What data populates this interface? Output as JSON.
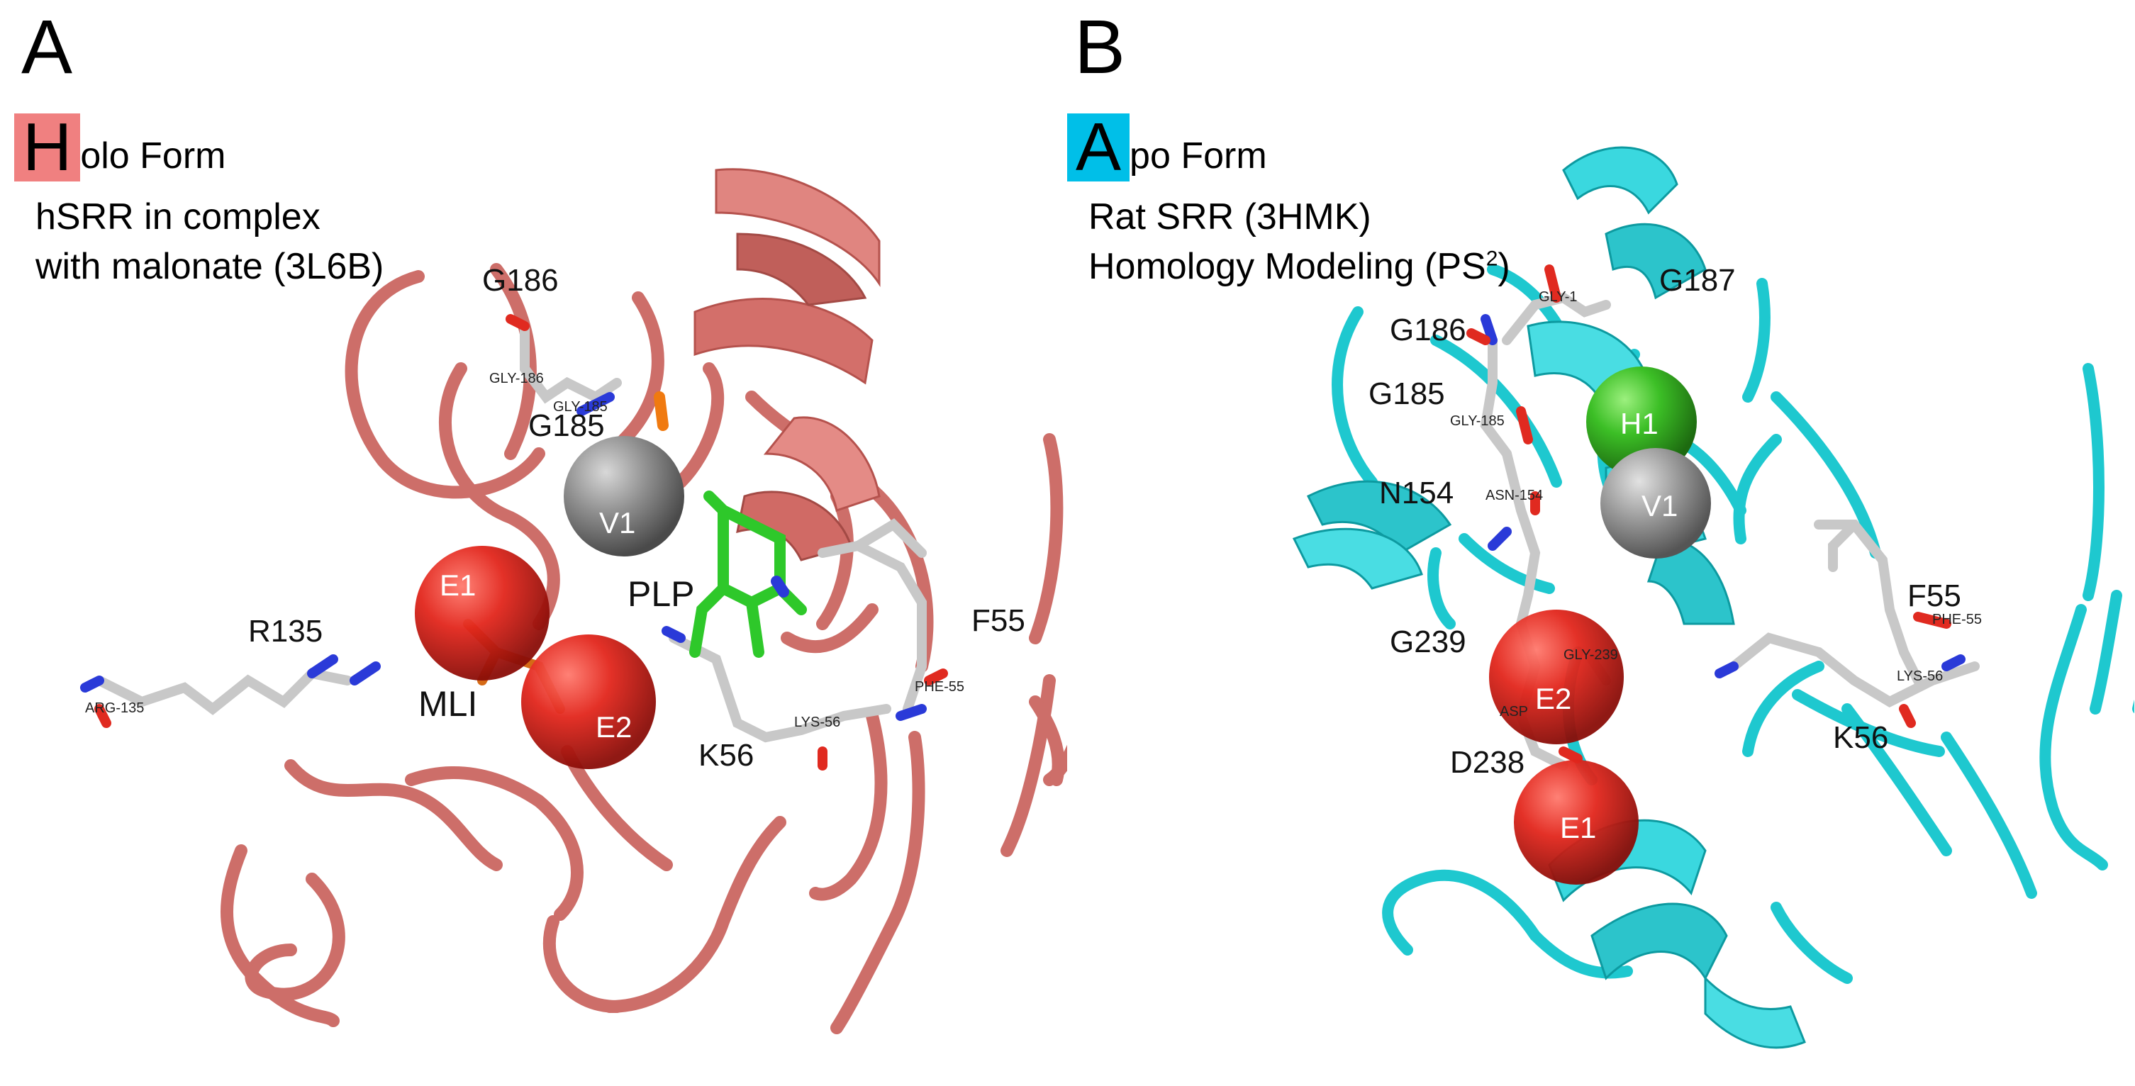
{
  "panel_a": {
    "letter": "A",
    "form_initial": "H",
    "form_rest": "olo Form",
    "desc_line1": "hSRR in complex",
    "desc_line2": "with malonate (3L6B)",
    "accent_color": "#f08080",
    "ribbon_color": "#cd6e69",
    "labels": {
      "g186": "G186",
      "g185": "G185",
      "r135": "R135",
      "mli": "MLI",
      "plp": "PLP",
      "f55": "F55",
      "k56": "K56"
    },
    "small_labels": {
      "gly186": "GLY-186",
      "gly185": "GLY-185",
      "arg135": "ARG-135",
      "lys56": "LYS-56",
      "phe55": "PHE-55"
    },
    "spheres": {
      "v1": "V1",
      "e1": "E1",
      "e2": "E2"
    }
  },
  "panel_b": {
    "letter": "B",
    "form_initial": "A",
    "form_rest": "po Form",
    "desc_line1": "Rat SRR (3HMK)",
    "desc_line2": "Homology Modeling (PS",
    "desc_line2_sup": "2",
    "desc_line2_end": ")",
    "accent_color": "#00bfe8",
    "ribbon_color": "#1ec8cf",
    "labels": {
      "g187": "G187",
      "g186": "G186",
      "g185": "G185",
      "n154": "N154",
      "g239": "G239",
      "d238": "D238",
      "f55": "F55",
      "k56": "K56"
    },
    "small_labels": {
      "gly187": "GLY-1",
      "gly185": "GLY-185",
      "asn154": "ASN-154",
      "gly239": "GLY-239",
      "asp238": "ASP",
      "phe55": "PHE-55",
      "lys56": "LYS-56"
    },
    "spheres": {
      "h1": "H1",
      "v1": "V1",
      "e1": "E1",
      "e2": "E2"
    }
  }
}
